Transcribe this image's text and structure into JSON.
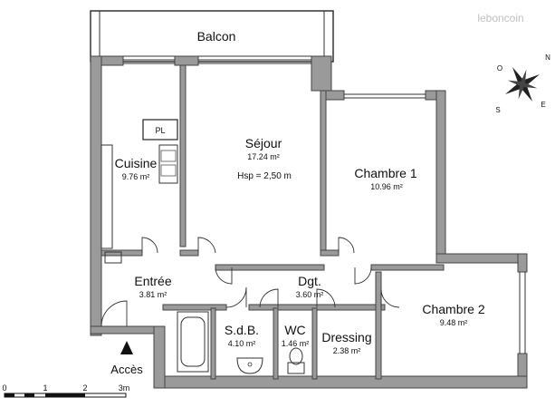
{
  "watermark": "leboncoin",
  "compass": {
    "n": "N",
    "e": "E",
    "s": "S",
    "o": "O"
  },
  "rooms": {
    "balcon": {
      "name": "Balcon"
    },
    "cuisine": {
      "name": "Cuisine",
      "area": "9.76 m²"
    },
    "pl": {
      "name": "PL"
    },
    "sejour": {
      "name": "Séjour",
      "area": "17.24 m²",
      "hsp": "Hsp =  2,50 m"
    },
    "chambre1": {
      "name": "Chambre 1",
      "area": "10.96 m²"
    },
    "entree": {
      "name": "Entrée",
      "area": "3.81 m²"
    },
    "dgt": {
      "name": "Dgt.",
      "area": "3.60 m²"
    },
    "chambre2": {
      "name": "Chambre 2",
      "area": "9.48 m²"
    },
    "sdb": {
      "name": "S.d.B.",
      "area": "4.10 m²"
    },
    "wc": {
      "name": "WC",
      "area": "1.46 m²"
    },
    "dressing": {
      "name": "Dressing",
      "area": "2.38 m²"
    }
  },
  "access": {
    "label": "Accès"
  },
  "scale": {
    "ticks": [
      "0",
      "1",
      "2",
      "3m"
    ]
  }
}
